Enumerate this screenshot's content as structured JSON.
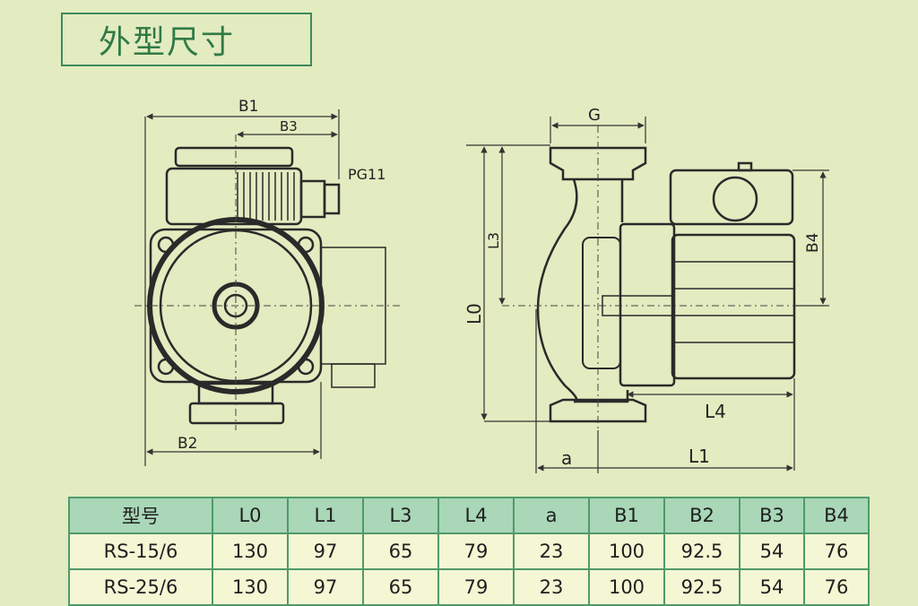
{
  "title": "外型尺寸",
  "labels": {
    "b1": "B1",
    "b3": "B3",
    "b2": "B2",
    "pg11": "PG11",
    "g": "G",
    "l3": "L3",
    "l0": "L0",
    "b4": "B4",
    "l4": "L4",
    "a": "a",
    "l1": "L1"
  },
  "table": {
    "headers": [
      "型号",
      "L0",
      "L1",
      "L3",
      "L4",
      "a",
      "B1",
      "B2",
      "B3",
      "B4"
    ],
    "rows": [
      [
        "RS-15/6",
        "130",
        "97",
        "65",
        "79",
        "23",
        "100",
        "92.5",
        "54",
        "76"
      ],
      [
        "RS-25/6",
        "130",
        "97",
        "65",
        "79",
        "23",
        "100",
        "92.5",
        "54",
        "76"
      ]
    ]
  }
}
